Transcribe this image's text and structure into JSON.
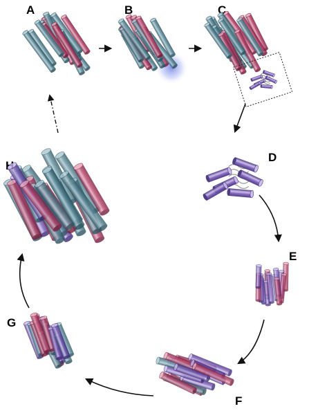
{
  "labels": {
    "A": "A",
    "B": "B",
    "C": "C",
    "D": "D",
    "E": "E",
    "F": "F",
    "G": "G",
    "H": "H"
  },
  "colors": {
    "teal": "#5f8d9b",
    "teal_dark": "#2f5562",
    "teal_light": "#a9c8d2",
    "crimson": "#b8436a",
    "crimson_dark": "#7a1e3e",
    "crimson_light": "#e6a3b9",
    "violet": "#7a5ab8",
    "violet_dark": "#3e2a78",
    "violet_light": "#c7b8e8",
    "glow": "#6f7fe0",
    "arrow": "#111111"
  },
  "icons": {
    "bundle": "cylinder-bundle-icon",
    "fragment": "unfolded-fragment-icon"
  }
}
